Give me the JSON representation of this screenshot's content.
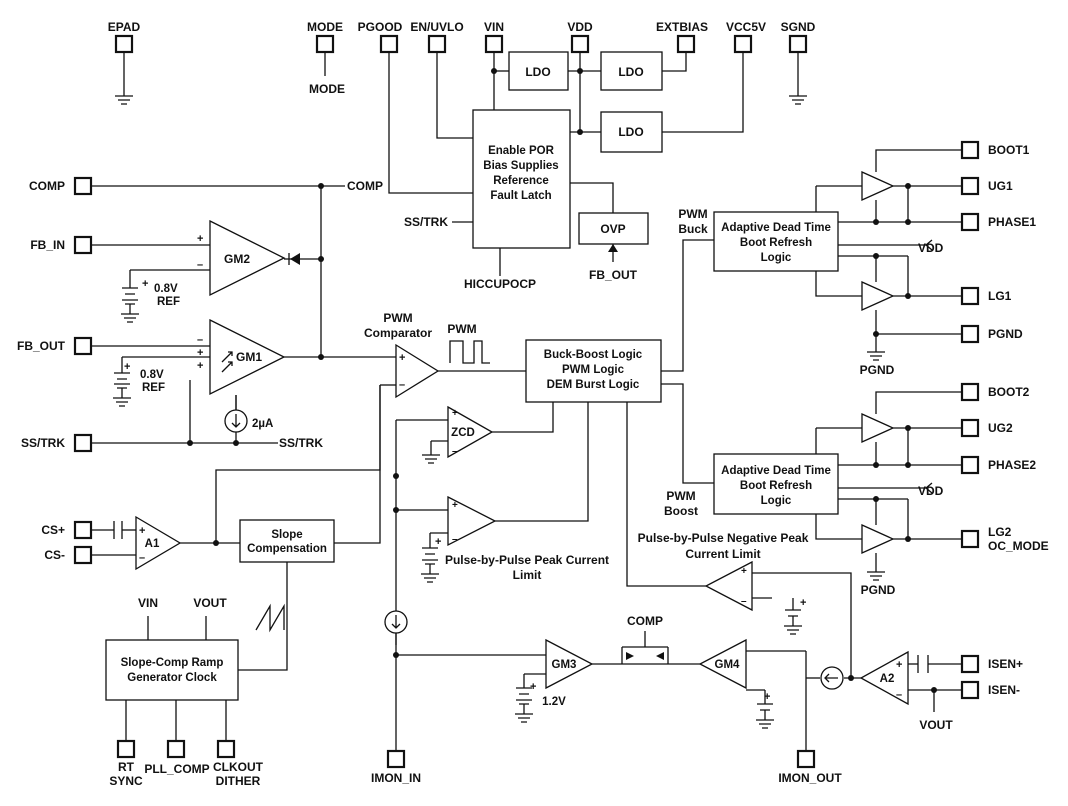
{
  "pins": {
    "epad": "EPAD",
    "mode": "MODE",
    "pgood": "PGOOD",
    "en_uvlo": "EN/UVLO",
    "vin": "VIN",
    "vdd": "VDD",
    "extbias": "EXTBIAS",
    "vcc5v": "VCC5V",
    "sgnd": "SGND",
    "comp": "COMP",
    "fb_in": "FB_IN",
    "fb_out": "FB_OUT",
    "ss_trk": "SS/TRK",
    "cs_plus": "CS+",
    "cs_minus": "CS-",
    "rt": "RT",
    "sync": "SYNC",
    "pll_comp": "PLL_COMP",
    "clkout": "CLKOUT",
    "dither": "DITHER",
    "imon_in": "IMON_IN",
    "imon_out": "IMON_OUT",
    "boot1": "BOOT1",
    "ug1": "UG1",
    "phase1": "PHASE1",
    "lg1": "LG1",
    "pgnd": "PGND",
    "boot2": "BOOT2",
    "ug2": "UG2",
    "phase2": "PHASE2",
    "lg2": "LG2",
    "oc_mode": "OC_MODE",
    "isen_plus": "ISEN+",
    "isen_minus": "ISEN-"
  },
  "blocks": {
    "ldo": "LDO",
    "enable_lines": [
      "Enable POR",
      "Bias Supplies",
      "Reference",
      "Fault  Latch"
    ],
    "ovp": "OVP",
    "logic_lines": [
      "Buck-Boost Logic",
      "PWM Logic",
      "DEM Burst Logic"
    ],
    "dead_time_lines": [
      "Adaptive  Dead Time",
      "Boot Refresh",
      "Logic"
    ],
    "slope_comp_lines": [
      "Slope",
      "Compensation"
    ],
    "ramp_lines": [
      "Slope-Comp Ramp",
      "Generator Clock"
    ]
  },
  "amps": {
    "gm1": "GM1",
    "gm2": "GM2",
    "gm3": "GM3",
    "gm4": "GM4",
    "a1": "A1",
    "a2": "A2",
    "zcd": "ZCD"
  },
  "labels": {
    "mode": "MODE",
    "comp": "COMP",
    "ss_trk": "SS/TRK",
    "hiccup": "HICCUPOCP",
    "fb_out": "FB_OUT",
    "ref_v": "0.8V",
    "ref": "REF",
    "current_2ua": "2µA",
    "pwm_comparator": [
      "PWM",
      "Comparator"
    ],
    "pwm": "PWM",
    "pwm_buck": [
      "PWM",
      "Buck"
    ],
    "pwm_boost": [
      "PWM",
      "Boost"
    ],
    "vdd": "VDD",
    "pgnd": "PGND",
    "vin": "VIN",
    "vout": "VOUT",
    "peak_limit": [
      "Pulse-by-Pulse Peak Current",
      "Limit"
    ],
    "neg_peak_limit": [
      "Pulse-by-Pulse Negative Peak",
      "Current Limit"
    ],
    "ref_1v2": "1.2V",
    "plus": "+",
    "minus": "–"
  }
}
